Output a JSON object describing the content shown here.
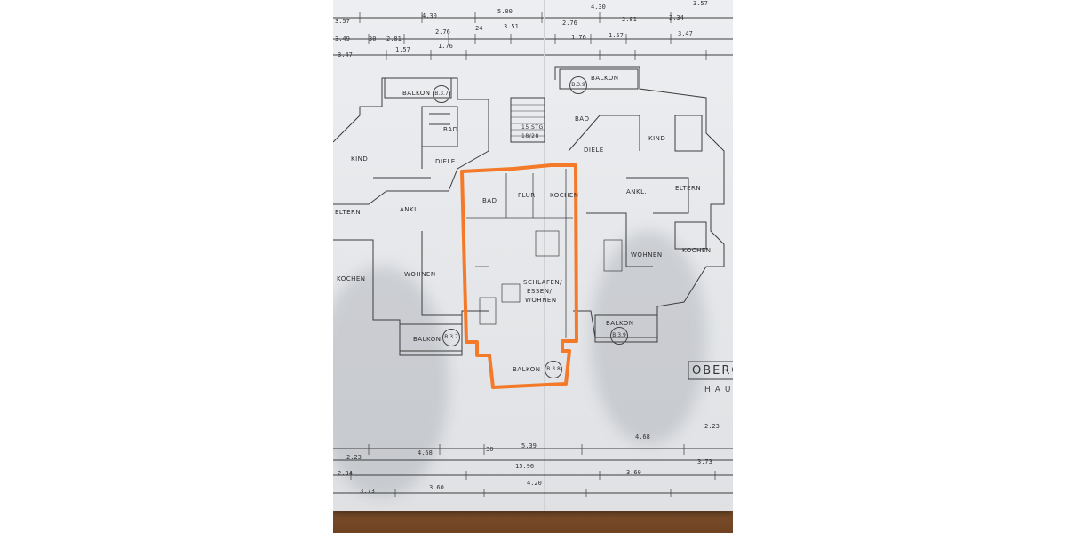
{
  "colors": {
    "highlight": "#f47a2a",
    "paper": "#e6e8eb",
    "ink": "#3a3a3a",
    "wood": "#7a4b28"
  },
  "rooms": {
    "balkon_tl": "BALKON",
    "balkon_tl_code": "B.3.7",
    "balkon_tr": "BALKON",
    "balkon_tr_code": "B.3.9",
    "bad_left": "BAD",
    "bad_right": "BAD",
    "kind_left": "KIND",
    "kind_right": "KIND",
    "diele_left": "DIELE",
    "diele_right": "DIELE",
    "eltern_left": "ELTERN",
    "eltern_right": "ELTERN",
    "ankl_left": "ANKL.",
    "ankl_right": "ANKL.",
    "kochen_left": "KOCHEN",
    "kochen_right": "KOCHEN",
    "wohnen_left": "WOHNEN",
    "wohnen_right": "WOHNEN",
    "bad_mid": "BAD",
    "flur_mid": "FLUR",
    "kochen_mid": "KOCHEN",
    "schlafen": "SCHLAFEN/",
    "essen": "ESSEN/",
    "wohnen_mid": "WOHNEN",
    "balkon_bl": "BALKON",
    "balkon_bl_code": "B.3.7",
    "balkon_br": "BALKON",
    "balkon_br_code": "B.3.9",
    "balkon_mid": "BALKON",
    "balkon_mid_code": "B.3.8",
    "stair": "15 STG",
    "stair2": "18/28"
  },
  "title": {
    "main": "OBERGE",
    "sub": "HAU"
  },
  "dims_top": {
    "d1": "3.57",
    "d2": "4.30",
    "d3": "5.00",
    "d4": "4.30",
    "d5": "3.57",
    "d6": "3.49",
    "d7": "30",
    "d8": "2.81",
    "d9": "2.76",
    "d10": "24",
    "d11": "3.51",
    "d12": "2.76",
    "d13": "2.81",
    "d14": "2.34",
    "d15": "3.47",
    "d16": "1.57",
    "d17": "1.76",
    "d18": "1.76",
    "d19": "1.57",
    "d20": "3.47"
  },
  "dims_bottom": {
    "b1": "2.23",
    "b2": "4.68",
    "b3": "30",
    "b4": "5.39",
    "b5": "4.68",
    "b6": "2.23",
    "b7": "2.34",
    "b8": "15.96",
    "b9": "3.73",
    "b10": "3.73",
    "b11": "3.60",
    "b12": "4.20",
    "b13": "3.60"
  }
}
